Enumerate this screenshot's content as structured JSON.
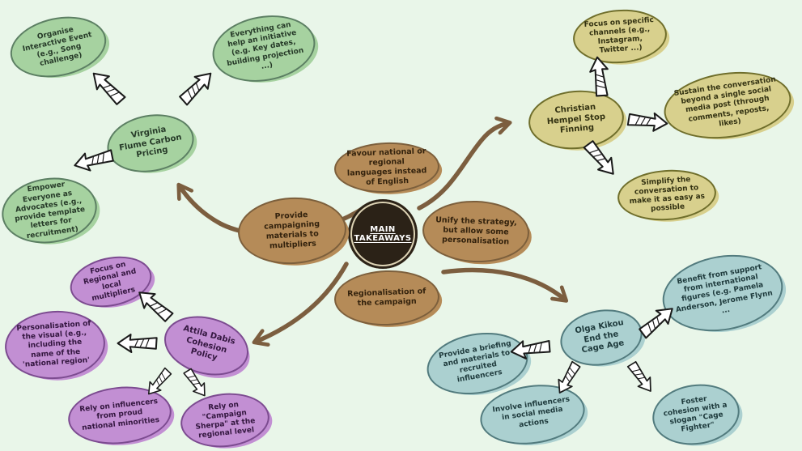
{
  "title": "Main Takeaways mind map",
  "center": {
    "label": "MAIN TAKEAWAYS"
  },
  "central_topics": [
    {
      "label": "Favour national or regional languages instead of English"
    },
    {
      "label": "Provide campaigning materials to multipliers"
    },
    {
      "label": "Unify the strategy, but allow some personalisation"
    },
    {
      "label": "Regionalisation of the campaign"
    }
  ],
  "clusters": [
    {
      "id": "virginia-flume",
      "fill": "#a6d2a0",
      "outline": "#5c7f63",
      "main": "Virginia Flume Carbon Pricing",
      "satellites": [
        "Organise Interactive Event (e.g., Song challenge)",
        "Everything can help an initiative (e.g. Key dates, building projection ...)",
        "Empower Everyone as Advocates (e.g., provide template letters for recruitment)"
      ]
    },
    {
      "id": "christian-hempel",
      "fill": "#d8d08d",
      "outline": "#6f6e2b",
      "main": "Christian Hempel Stop Finning",
      "satellites": [
        "Focus on specific channels (e.g., Instagram, Twitter ...)",
        "Sustain the conversation beyond a single social media post (through comments, reposts, likes)",
        "Simplify the conversation to make it as easy as possible"
      ]
    },
    {
      "id": "attila-dabis",
      "fill": "#c28fd3",
      "outline": "#7c4b90",
      "main": "Attila Dabis Cohesion Policy",
      "satellites": [
        "Focus on Regional and local multipliers",
        "Personalisation of the visual (e.g., including the name of the 'national region'",
        "Rely on influencers from proud national minorities",
        "Rely on \"Campaign Sherpa\" at the regional level"
      ]
    },
    {
      "id": "olga-kikou",
      "fill": "#abd0d0",
      "outline": "#527b7e",
      "main": "Olga Kikou End the Cage Age",
      "satellites": [
        "Benefit from support from international figures (e.g. Pamela Anderson, Jerome Flynn ...",
        "Provide a briefing and materials to recruited influencers",
        "Involve influencers in social media actions",
        "Foster cohesion with a slogan \"Cage Fighter\""
      ]
    }
  ],
  "colors": {
    "background": "#e9f6e9",
    "branch_arrow": "#7c5e3f",
    "center_fill": "#2b2217",
    "center_ring": "#ddd3b4",
    "sketch_arrow_outline": "#1a1a1a"
  }
}
